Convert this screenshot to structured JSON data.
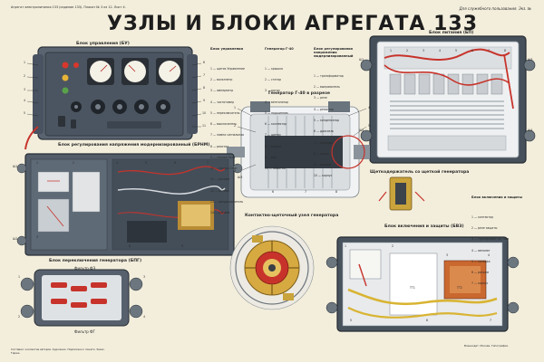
{
  "header": {
    "title": "УЗЛЫ И БЛОКИ АГРЕГАТА 133",
    "top_left_note": "Агрегат электропитания 133 (изделие 133). Плакат № 3 из 12. Лист 4.",
    "top_right_note": "Для служебного пользования. Экз. №"
  },
  "captions": {
    "control_block": "Блок управления (БУ)",
    "power_block": "Блок питания (БП)",
    "generator": "Генератор Г-40 в разрезе",
    "regulator_block": "Блок регулирования напряжения модернизированный (БРНМ)",
    "switch_block": "Блок переключения генератора (БПГ)",
    "brush_unit": "Контактно-щеточный узел генератора",
    "protection_block": "Блок включения и защиты (БВЗ)",
    "starter": "Щеткодержатель со щеткой генератора",
    "switch_sub_1": "Фильтр ФЭ",
    "switch_sub_2": "Фильтр ФГ"
  },
  "legends": {
    "control": {
      "title": "Блок управления",
      "items": [
        "1 — щиток Управление",
        "2 — вольтметр",
        "3 — амперметр",
        "4 — частотомер",
        "5 — переключатель",
        "6 — выключатель",
        "7 — лампа сигнальная",
        "8 — реостат",
        "9 — кнопка Пуск",
        "10 — кнопка Стоп",
        "11 — разъем",
        "12 — колпак",
        "13 — предохранитель",
        "14 — клемма"
      ]
    },
    "generator": {
      "title": "Генератор Г-40",
      "items": [
        "1 — крышка",
        "2 — статор",
        "3 — ротор",
        "4 — вентилятор",
        "5 — подшипник",
        "6 — коллектор",
        "7 — щетки",
        "8 — корпус",
        "9 — вал",
        "10 — обмотка"
      ]
    },
    "regulator": {
      "title": "Блок регулирования напряжения модернизированный",
      "items": [
        "1 — трансформатор",
        "2 — выпрямитель",
        "3 — реле",
        "4 — резистор",
        "5 — конденсатор",
        "6 — дроссель",
        "7 — колодка",
        "8 — плата",
        "9 — разъем",
        "10 — корпус"
      ]
    },
    "protection": {
      "title": "Блок включения и защиты",
      "items": [
        "1 — контактор",
        "2 — реле защиты",
        "3 — трансформатор тока",
        "4 — автомат",
        "5 — колодка",
        "6 — разъем",
        "7 — корпус"
      ]
    }
  },
  "callouts": {
    "ctrl": [
      "1",
      "2",
      "3",
      "4",
      "5",
      "6",
      "7",
      "8",
      "9",
      "10",
      "11"
    ],
    "psu": [
      "1",
      "2",
      "3",
      "4",
      "5",
      "6",
      "7",
      "8"
    ],
    "psu_labels": [
      "Ш1",
      "Ш2",
      "Ш3",
      "Ш4"
    ],
    "gen": [
      "1",
      "2",
      "3",
      "4",
      "5",
      "6",
      "7",
      "8"
    ],
    "reg": [
      "1",
      "2",
      "3",
      "4",
      "5",
      "6",
      "7",
      "8",
      "9"
    ],
    "reg_labels": [
      "Ш1",
      "Ш2",
      "Ш3"
    ],
    "prot": [
      "1",
      "2",
      "3",
      "4",
      "5",
      "6",
      "7"
    ],
    "prot_labels": [
      "ТТ1",
      "ТТ2"
    ],
    "sw": [
      "1",
      "2",
      "3",
      "4"
    ]
  },
  "footer": {
    "left": "Составил: коллектив авторов. Художник. Подписано к печати. Заказ. Тираж.",
    "right": "Воениздат. Москва. Типография."
  },
  "colors": {
    "background": "#f3eedc",
    "panel": "#4d5763",
    "panel_dark": "#333b44",
    "panel_light": "#6d7884",
    "casing_white": "#e9ecef",
    "wire_red": "#c7332b",
    "brass": "#c9a33b",
    "border_blue": "#5d7aa6"
  }
}
